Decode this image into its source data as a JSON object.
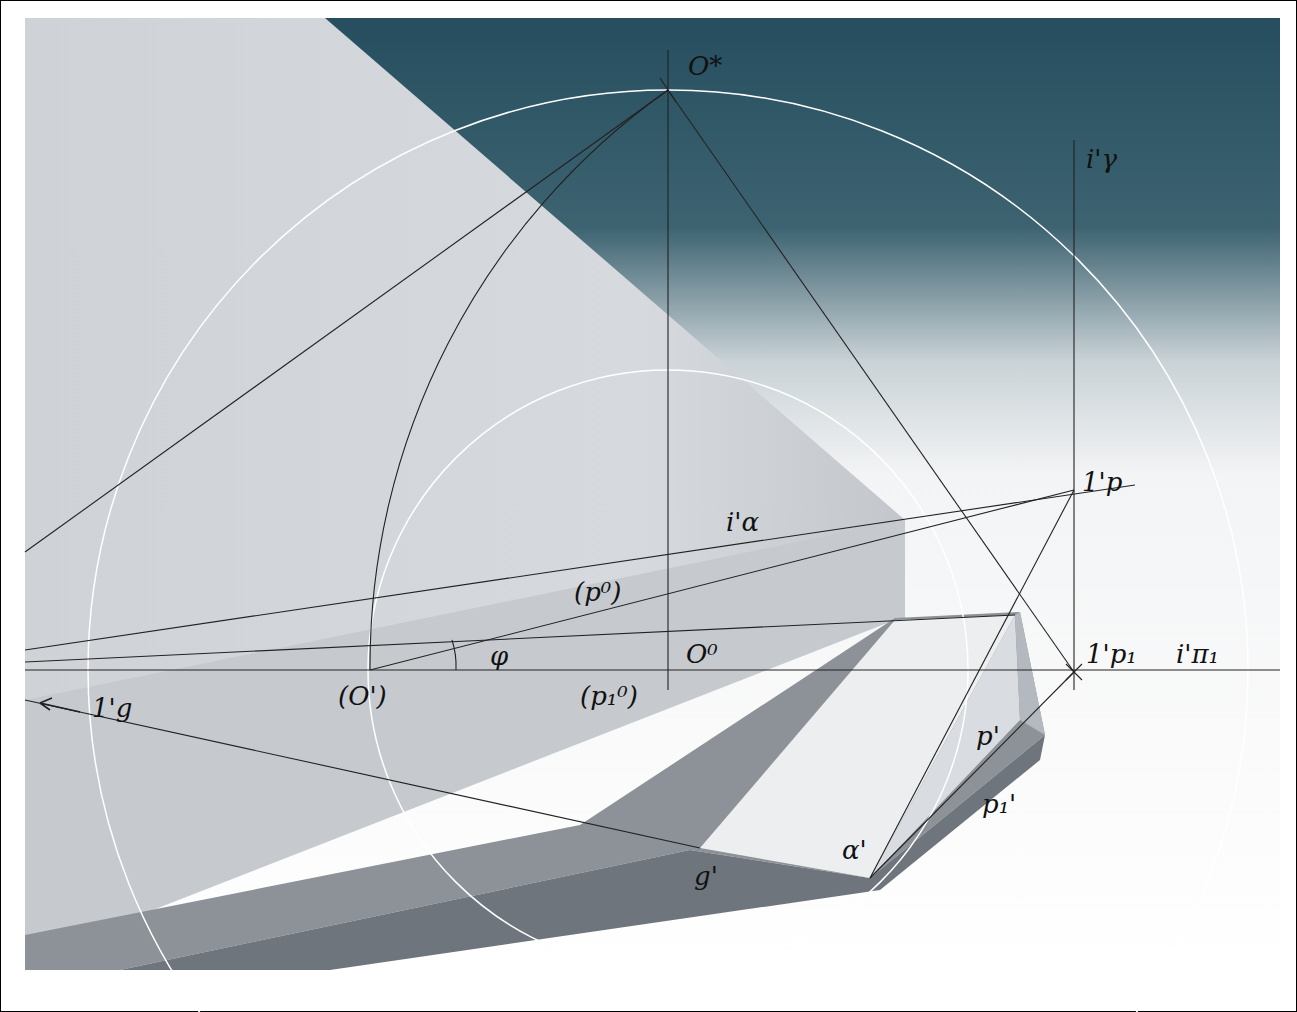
{
  "diagram": {
    "labels": [
      "O*",
      "i'γ",
      "1'p",
      "i'α",
      "(p⁰)",
      "φ",
      "O⁰",
      "1'p₁",
      "i'π₁",
      "1'g",
      "(O')",
      "(p₁⁰)",
      "p'",
      "p₁'",
      "g'",
      "α'"
    ]
  }
}
